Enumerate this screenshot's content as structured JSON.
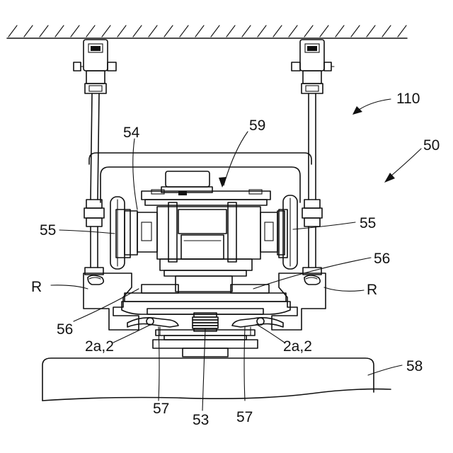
{
  "labels": {
    "l110": "110",
    "l50": "50",
    "l54": "54",
    "l59": "59",
    "l55_left": "55",
    "l55_right": "55",
    "l56_right": "56",
    "l56_left": "56",
    "lR_left": "R",
    "lR_right": "R",
    "l2a_left": "2a,2",
    "l2a_right": "2a,2",
    "l58": "58",
    "l57_left": "57",
    "l53": "53",
    "l57_right": "57"
  }
}
